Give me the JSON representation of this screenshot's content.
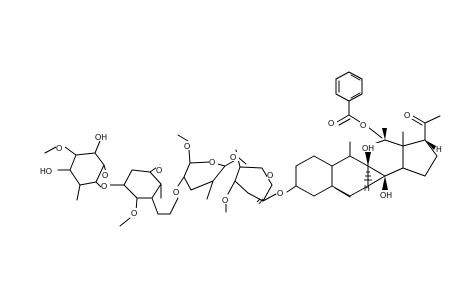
{
  "molecule": {
    "atom_labels": {
      "oxygen": "O",
      "hydroxyl": "OH",
      "hydroxyl_left": "HO",
      "hydrogen": "H"
    }
  },
  "colors": {
    "background": "#ffffff",
    "ink": "#000000"
  }
}
